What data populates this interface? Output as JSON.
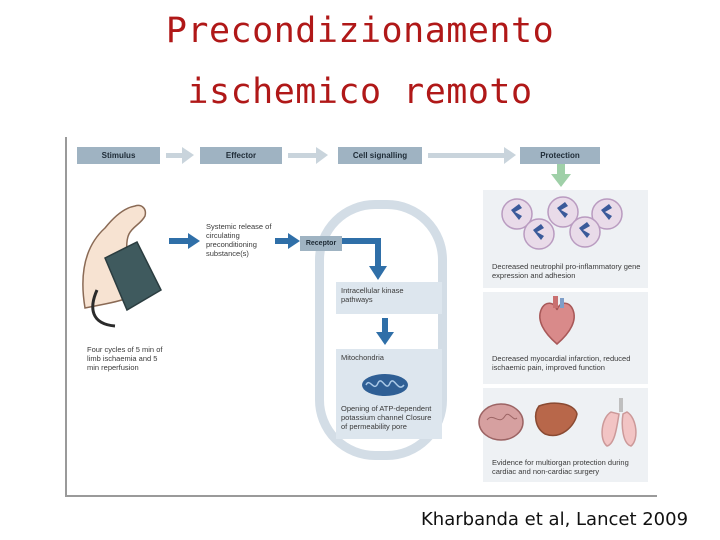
{
  "title": {
    "line1": "Precondizionamento",
    "line2": "ischemico remoto"
  },
  "header": {
    "stimulus": "Stimulus",
    "effector": "Effector",
    "cell_signalling": "Cell signalling",
    "protection": "Protection"
  },
  "stimulus_text": "Four cycles of 5 min of limb ischaemia and 5 min reperfusion",
  "effector_text": "Systemic release of circulating preconditioning substance(s)",
  "receptor": "Receptor",
  "kinase_text": "Intracellular kinase pathways",
  "mitochondria_label": "Mitochondria",
  "mito_text": "Opening of ATP-dependent potassium channel Closure of permeability pore",
  "protection": {
    "neutrophil": "Decreased neutrophil pro-inflammatory gene expression and adhesion",
    "myocardial": "Decreased myocardial infarction, reduced ischaemic pain, improved function",
    "multiorgan": "Evidence for multiorgan protection during cardiac and non-cardiac surgery"
  },
  "citation": "Kharbanda et al, Lancet 2009",
  "colors": {
    "title": "#b01818",
    "arrow_blue": "#2f6fa8",
    "header_bg": "#9fb3c2"
  }
}
